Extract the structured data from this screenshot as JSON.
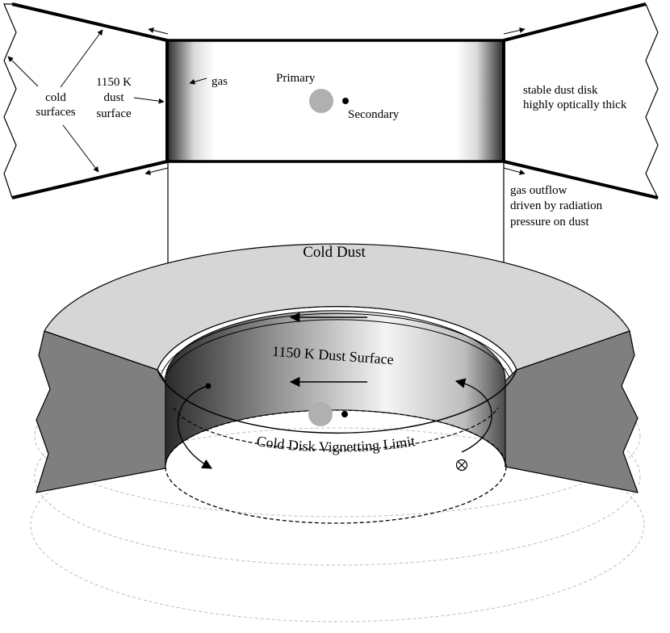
{
  "top_panel": {
    "left_labels": {
      "cold_surfaces_line1": "cold",
      "cold_surfaces_line2": "surfaces",
      "dust_temp_line1": "1150 K",
      "dust_temp_line2": "dust",
      "dust_temp_line3": "surface"
    },
    "center_labels": {
      "gas": "gas",
      "primary": "Primary",
      "secondary": "Secondary"
    },
    "right_labels": {
      "stable_line1": "stable dust disk",
      "stable_line2": "highly optically thick",
      "outflow_line1": "gas outflow",
      "outflow_line2": "driven by radiation",
      "outflow_line3": "pressure on dust"
    }
  },
  "bottom_panel": {
    "cold_dust": "Cold Dust",
    "dust_surface": "1150 K Dust Surface",
    "vignetting_limit": "Cold Disk Vignetting Limit"
  },
  "colors": {
    "outline": "#000000",
    "disk_top": "#d6d6d6",
    "disk_side": "#7f7f7f",
    "star_primary": "#b0b0b0",
    "dashed_rings": "#bdbdbd"
  }
}
